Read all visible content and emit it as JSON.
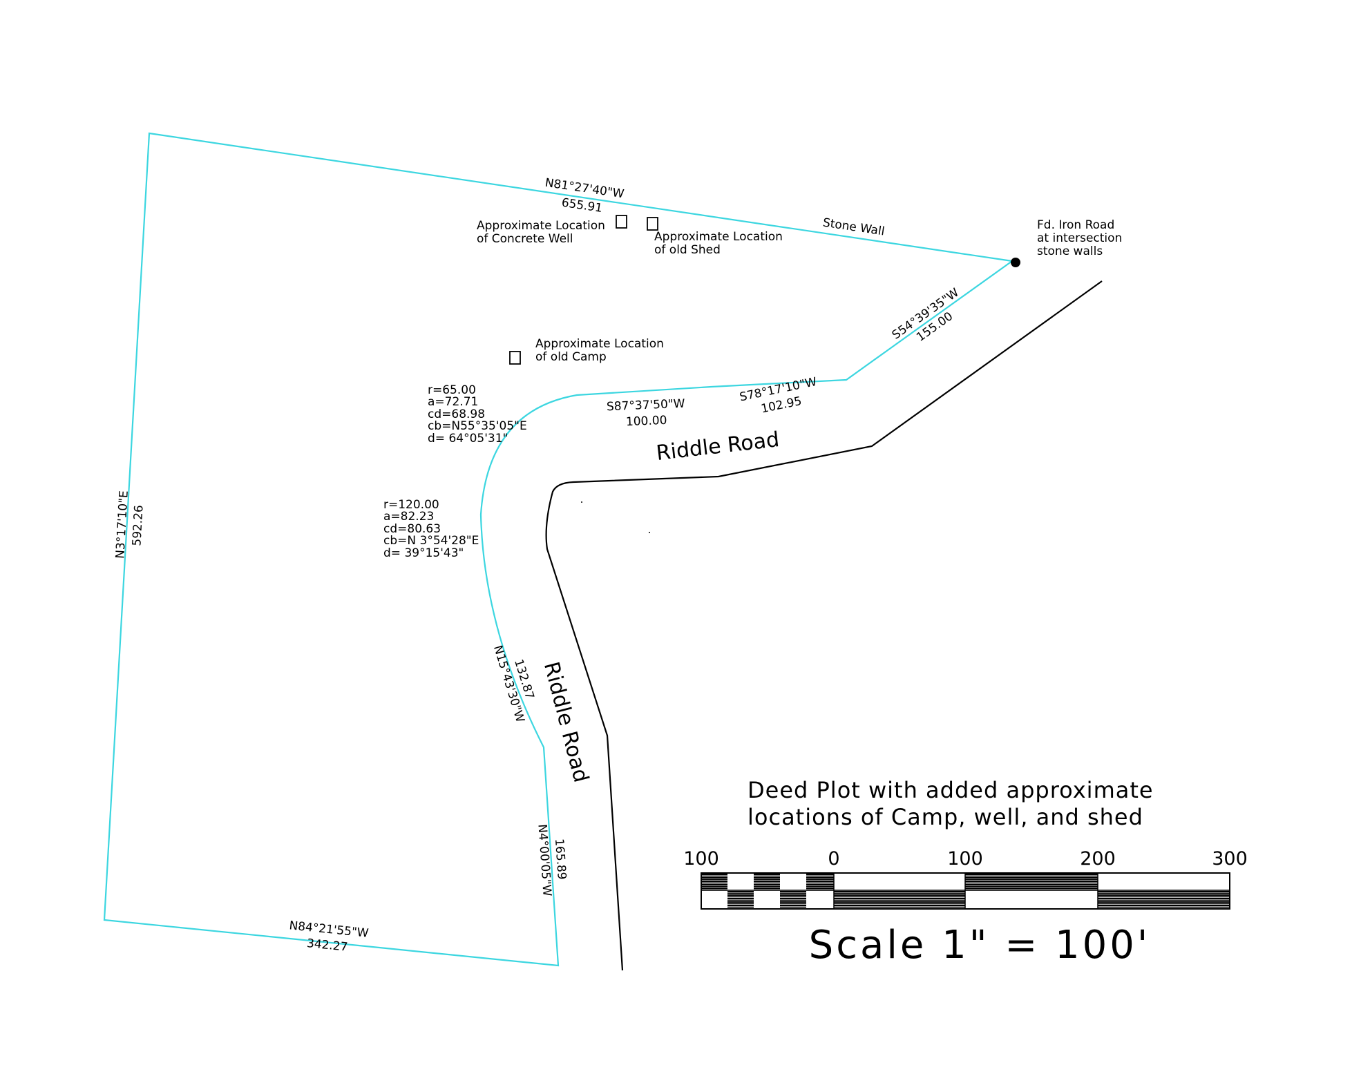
{
  "bearings": {
    "north_line": {
      "bearing": "N81°27'40\"W",
      "distance": "655.91"
    },
    "west_line": {
      "bearing": "N3°17'10\"E",
      "distance": "592.26"
    },
    "south_line": {
      "bearing": "N84°21'55\"W",
      "distance": "342.27"
    },
    "east_lower": {
      "bearing": "N4°00'05\"W",
      "distance": "165.89"
    },
    "east_mid": {
      "bearing": "N15°43'30\"W",
      "distance": "132.87"
    },
    "road_a": {
      "bearing": "S87°37'50\"W",
      "distance": "100.00"
    },
    "road_b": {
      "bearing": "S78°17'10\"W",
      "distance": "102.95"
    },
    "road_c": {
      "bearing": "S54°39'35\"W",
      "distance": "155.00"
    }
  },
  "curves": {
    "curve1": {
      "r": "r=65.00",
      "a": "a=72.71",
      "cd": "cd=68.98",
      "cb": "cb=N55°35'05\"E",
      "d": "d= 64°05'31\""
    },
    "curve2": {
      "r": "r=120.00",
      "a": "a=82.23",
      "cd": "cd=80.63",
      "cb": "cb=N 3°54'28\"E",
      "d": "d= 39°15'43\""
    }
  },
  "features": {
    "stone_wall": "Stone Wall",
    "iron_rod": [
      "Fd. Iron Road",
      "at intersection",
      "stone walls"
    ],
    "concrete_well": [
      "Approximate Location",
      "of Concrete Well"
    ],
    "old_shed": [
      "Approximate Location",
      "of old Shed"
    ],
    "old_camp": [
      "Approximate Location",
      "of old Camp"
    ]
  },
  "road_name": "Riddle Road",
  "title_lines": [
    "Deed Plot with added approximate",
    "locations of Camp, well, and shed"
  ],
  "scale": {
    "ticks": [
      "100",
      "0",
      "100",
      "200",
      "300"
    ],
    "label": "Scale 1\" = 100'"
  },
  "colors": {
    "boundary": "#3cd6e0",
    "road": "#000000"
  }
}
